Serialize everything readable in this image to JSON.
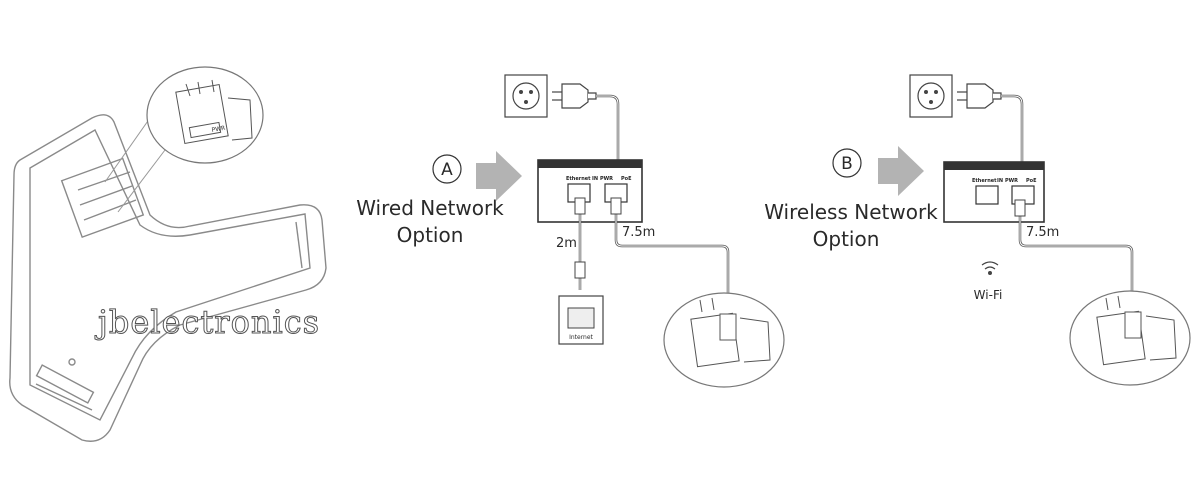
{
  "watermark": "jbelectronics",
  "option_a": {
    "badge": "A",
    "label_line1": "Wired Network",
    "label_line2": "Option",
    "cable_short": "2m",
    "cable_long": "7.5m",
    "ports": {
      "ethernet": "Ethernet",
      "in": "IN",
      "pwr": "PWR",
      "poe": "PoE"
    },
    "wall_jack": "Internet"
  },
  "option_b": {
    "badge": "B",
    "label_line1": "Wireless Network",
    "label_line2": "Option",
    "cable_long": "7.5m",
    "wifi_label": "Wi-Fi",
    "ports": {
      "ethernet": "Ethernet",
      "in": "IN",
      "pwr": "PWR",
      "poe": "PoE"
    }
  },
  "colors": {
    "arrow": "#b3b3b3",
    "line": "#555555",
    "box_fill": "#ffffff",
    "jack_fill": "#eeeeee"
  }
}
